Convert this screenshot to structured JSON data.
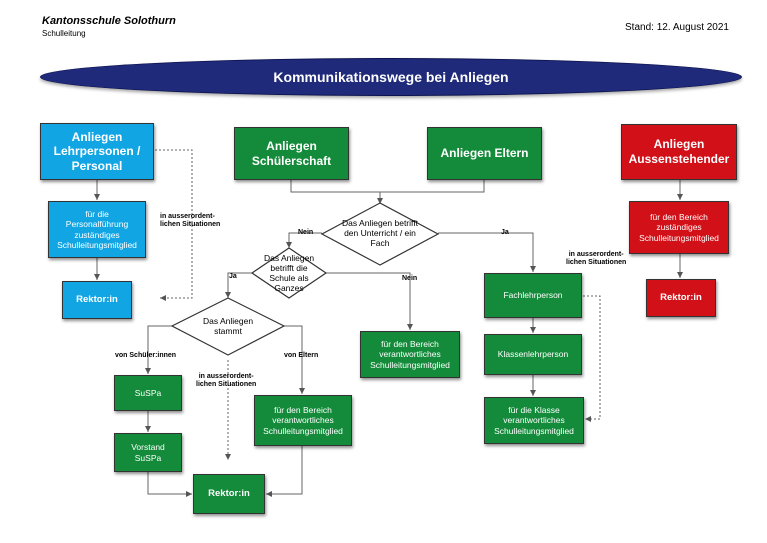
{
  "header": {
    "school": "Kantonsschule Solothurn",
    "department": "Schulleitung",
    "stand": "Stand: 12. August 2021"
  },
  "title": "Kommunikationswege bei Anliegen",
  "nodes": {
    "lehrpersonen": "Anliegen Lehrpersonen / Personal",
    "personalfuehrung": "für die Personalführung zuständiges Schulleitungsmitglied",
    "rektor_left": "Rektor:in",
    "schuelerschaft": "Anliegen Schülerschaft",
    "eltern": "Anliegen Eltern",
    "decision_unterricht": "Das Anliegen betrifft den Unterricht / ein Fach",
    "decision_schule": "Das Anliegen betrifft die Schule als Ganzes",
    "decision_stammt": "Das Anliegen stammt",
    "bereich_middle": "für den Bereich verantwortliches Schulleitungsmitglied",
    "suspa": "SuSPa",
    "vorstand": "Vorstand SuSPa",
    "bereich_eltern": "für den Bereich verantwortliches Schulleitungsmitglied",
    "rektor_bottom": "Rektor:in",
    "fachlehrperson": "Fachlehrperson",
    "klassenlehrperson": "Klassenlehrperson",
    "klasse_sl": "für die Klasse verantwortliches Schulleitungsmitglied",
    "aussenstehender": "Anliegen Aussenstehender",
    "bereich_right": "für den Bereich zuständiges Schulleitungsmitglied",
    "rektor_right": "Rektor:in"
  },
  "labels": {
    "ausser_left": "in ausserordent-lichen Situationen",
    "nein_1": "Nein",
    "ja_1": "Ja",
    "ja_2": "Ja",
    "nein_2": "Nein",
    "von_schueler": "von Schüler:innen",
    "von_eltern": "von Eltern",
    "ausser_bottom": "in ausserordent-lichen Situationen",
    "ausser_right": "in ausserordent-lichen Situationen"
  },
  "colors": {
    "banner": "#1f2a7a",
    "blue": "#12a5e4",
    "green": "#138b3a",
    "red": "#d21018"
  }
}
